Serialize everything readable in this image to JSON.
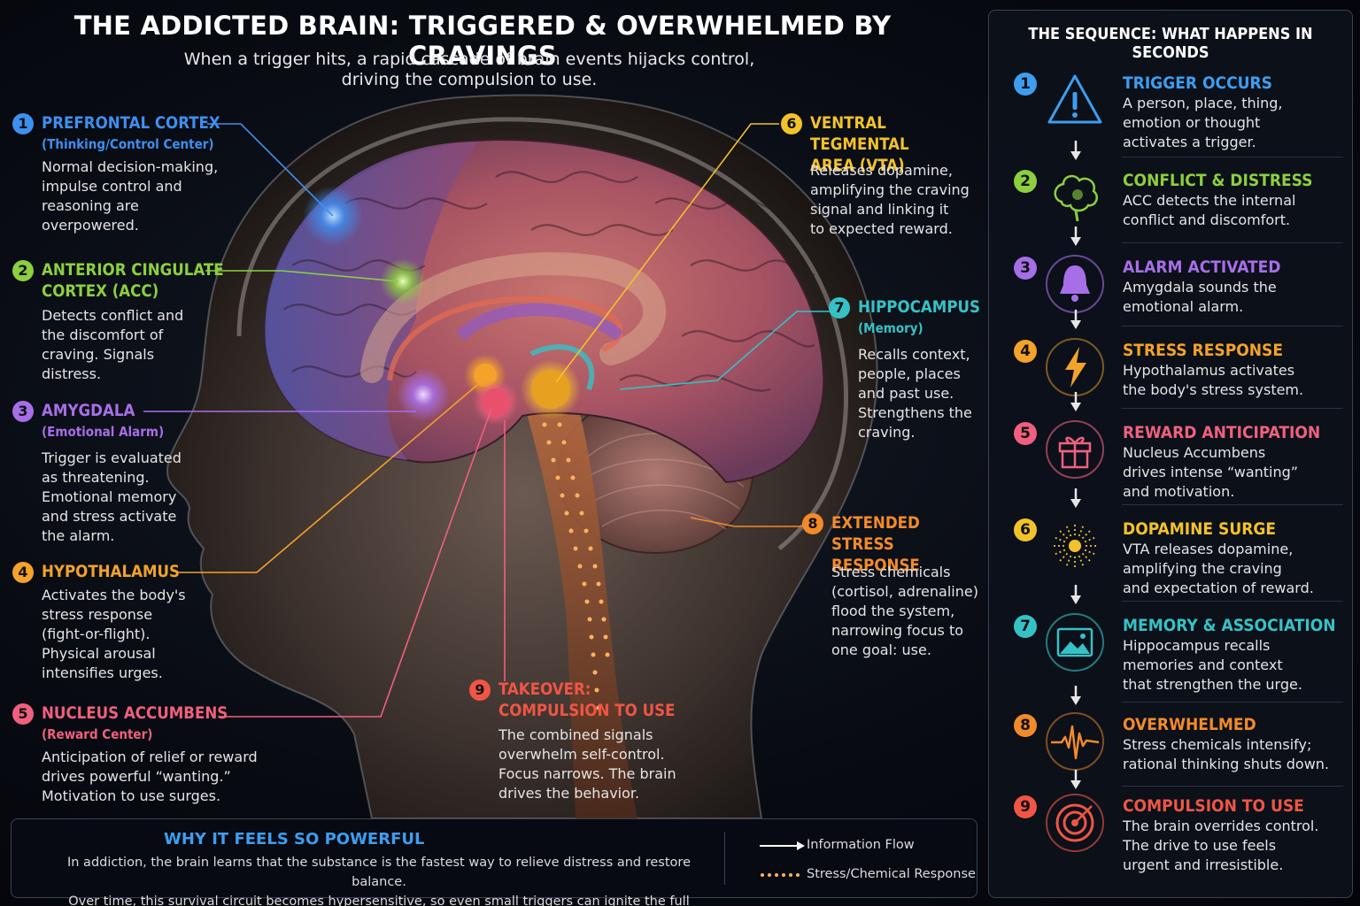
{
  "title": "THE ADDICTED BRAIN: TRIGGERED & OVERWHELMED BY CRAVINGS",
  "subtitle": "When a trigger hits, a rapid cascade of brain events hijacks control,\ndriving the compulsion to use.",
  "callouts": [
    {
      "n": "1",
      "title": "PREFRONTAL CORTEX",
      "sub": "(Thinking/Control Center)",
      "body": "Normal decision-making,\nimpulse control and\nreasoning are\noverpowered.",
      "color": "#3d8ff0"
    },
    {
      "n": "2",
      "title": "ANTERIOR CINGULATE\nCORTEX (ACC)",
      "sub": "",
      "body": "Detects conflict and\nthe discomfort of\ncraving. Signals\ndistress.",
      "color": "#8ccf3f"
    },
    {
      "n": "3",
      "title": "AMYGDALA",
      "sub": "(Emotional Alarm)",
      "body": "Trigger is evaluated\nas threatening.\nEmotional memory\nand stress activate\nthe alarm.",
      "color": "#a76ee8"
    },
    {
      "n": "4",
      "title": "HYPOTHALAMUS",
      "sub": "",
      "body": "Activates the body's\nstress response\n(fight-or-flight).\nPhysical arousal\nintensifies urges.",
      "color": "#f3a22a"
    },
    {
      "n": "5",
      "title": "NUCLEUS ACCUMBENS",
      "sub": "(Reward Center)",
      "body": "Anticipation of relief or reward\ndrives powerful “wanting.”\nMotivation to use surges.",
      "color": "#f0607e"
    },
    {
      "n": "6",
      "title": "VENTRAL TEGMENTAL\nAREA (VTA)",
      "sub": "",
      "body": "Releases dopamine,\namplifying the craving\nsignal and linking it\nto expected reward.",
      "color": "#f3c22a"
    },
    {
      "n": "7",
      "title": "HIPPOCAMPUS",
      "sub": "(Memory)",
      "body": "Recalls context,\npeople, places\nand past use.\nStrengthens the\ncraving.",
      "color": "#35c2c7"
    },
    {
      "n": "8",
      "title": "EXTENDED\nSTRESS RESPONSE",
      "sub": "",
      "body": "Stress chemicals\n(cortisol, adrenaline)\nflood the system,\nnarrowing focus to\none goal: use.",
      "color": "#f38a2a"
    },
    {
      "n": "9",
      "title": "TAKEOVER:\nCOMPULSION TO USE",
      "sub": "",
      "body": "The combined signals\noverwhelm self-control.\nFocus narrows. The brain\ndrives the behavior.",
      "color": "#f05545"
    }
  ],
  "bottom": {
    "title": "WHY IT FEELS SO POWERFUL",
    "text": "In addiction, the brain learns that the substance is the fastest way to relieve distress and restore balance.\nOver time, this survival circuit becomes hypersensitive, so even small triggers can ignite the full cascade.",
    "legend_flow": "Information Flow",
    "legend_stress": "Stress/Chemical Response"
  },
  "sequence": {
    "title": "THE SEQUENCE: WHAT HAPPENS IN SECONDS",
    "steps": [
      {
        "n": "1",
        "title": "TRIGGER OCCURS",
        "desc": "A person, place, thing,\nemotion or thought\nactivates a trigger.",
        "color": "#3d9ef0",
        "icon": "warning-triangle-icon"
      },
      {
        "n": "2",
        "title": "CONFLICT & DISTRESS",
        "desc": "ACC detects the internal\nconflict and discomfort.",
        "color": "#8ccf3f",
        "icon": "brain-icon"
      },
      {
        "n": "3",
        "title": "ALARM ACTIVATED",
        "desc": "Amygdala sounds the\nemotional alarm.",
        "color": "#a76ee8",
        "icon": "bell-icon"
      },
      {
        "n": "4",
        "title": "STRESS RESPONSE",
        "desc": "Hypothalamus activates\nthe body's stress system.",
        "color": "#f3a22a",
        "icon": "lightning-icon"
      },
      {
        "n": "5",
        "title": "REWARD ANTICIPATION",
        "desc": "Nucleus Accumbens\ndrives intense “wanting”\nand motivation.",
        "color": "#f0607e",
        "icon": "gift-icon"
      },
      {
        "n": "6",
        "title": "DOPAMINE SURGE",
        "desc": "VTA releases dopamine,\namplifying the craving\nand expectation of reward.",
        "color": "#f3c22a",
        "icon": "burst-icon"
      },
      {
        "n": "7",
        "title": "MEMORY & ASSOCIATION",
        "desc": "Hippocampus recalls\nmemories and context\nthat strengthen the urge.",
        "color": "#35c2c7",
        "icon": "image-icon"
      },
      {
        "n": "8",
        "title": "OVERWHELMED",
        "desc": "Stress chemicals intensify;\nrational thinking shuts down.",
        "color": "#f38a2a",
        "icon": "pulse-wave-icon"
      },
      {
        "n": "9",
        "title": "COMPULSION TO USE",
        "desc": "The brain overrides control.\nThe drive to use feels\nurgent and irresistible.",
        "color": "#f05545",
        "icon": "target-icon"
      }
    ]
  }
}
